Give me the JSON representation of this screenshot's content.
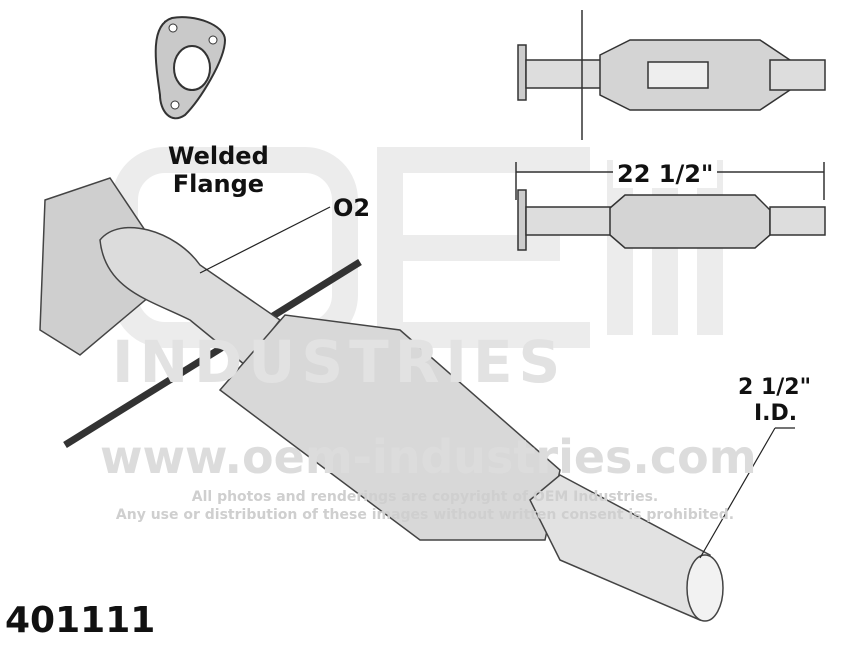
{
  "watermark": {
    "logo": "OEM",
    "industries": "INDUSTRIES",
    "url": "www.oem-industries.com",
    "copyright_line1": "All photos and renderings are copyright of OEM Industries.",
    "copyright_line2": "Any use or distribution of these images without written consent is prohibited."
  },
  "labels": {
    "flange": "Welded\nFlange",
    "o2": "O2",
    "length": "22 1/2\"",
    "outlet_size": "2 1/2\"",
    "outlet_id": "I.D.",
    "part_number": "401111"
  }
}
